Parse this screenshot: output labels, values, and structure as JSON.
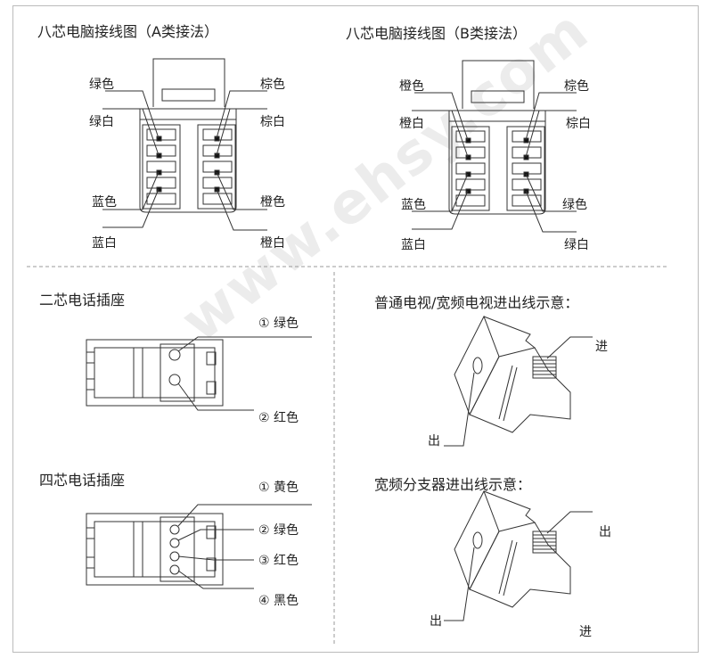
{
  "eight_core_a": {
    "title": "八芯电脑接线图（A类接法）",
    "left_labels": [
      "绿色",
      "绿白",
      "蓝色",
      "蓝白"
    ],
    "right_labels": [
      "棕色",
      "棕白",
      "橙色",
      "橙白"
    ]
  },
  "eight_core_b": {
    "title": "八芯电脑接线图（B类接法）",
    "left_labels": [
      "橙色",
      "橙白",
      "蓝色",
      "蓝白"
    ],
    "right_labels": [
      "棕色",
      "棕白",
      "绿色",
      "绿白"
    ]
  },
  "two_core_phone": {
    "title": "二芯电话插座",
    "labels": [
      "① 绿色",
      "② 红色"
    ]
  },
  "four_core_phone": {
    "title": "四芯电话插座",
    "labels": [
      "① 黄色",
      "② 绿色",
      "③ 红色",
      "④ 黑色"
    ]
  },
  "tv_socket": {
    "title": "普通电视/宽频电视进出线示意：",
    "in_label": "进",
    "out_label": "出"
  },
  "splitter": {
    "title": "宽频分支器进出线示意：",
    "in_label": "进",
    "out_label": "出"
  },
  "watermark": "www.ehsy.com"
}
